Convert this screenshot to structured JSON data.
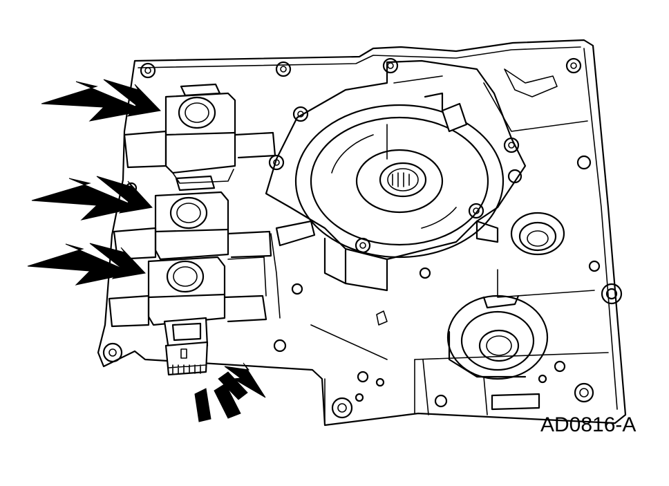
{
  "figure": {
    "reference_code": "AD0816-A",
    "colors": {
      "line": "#000000",
      "background": "#ffffff"
    },
    "arrows": [
      {
        "name": "upper-solenoid-arrow",
        "icon": "double-chevron-arrow-icon"
      },
      {
        "name": "middle-solenoid-arrow",
        "icon": "double-chevron-arrow-icon"
      },
      {
        "name": "lower-solenoid-arrow",
        "icon": "double-chevron-arrow-icon"
      },
      {
        "name": "connector-pointer-arrow",
        "icon": "dashed-burst-arrow-icon"
      }
    ]
  }
}
